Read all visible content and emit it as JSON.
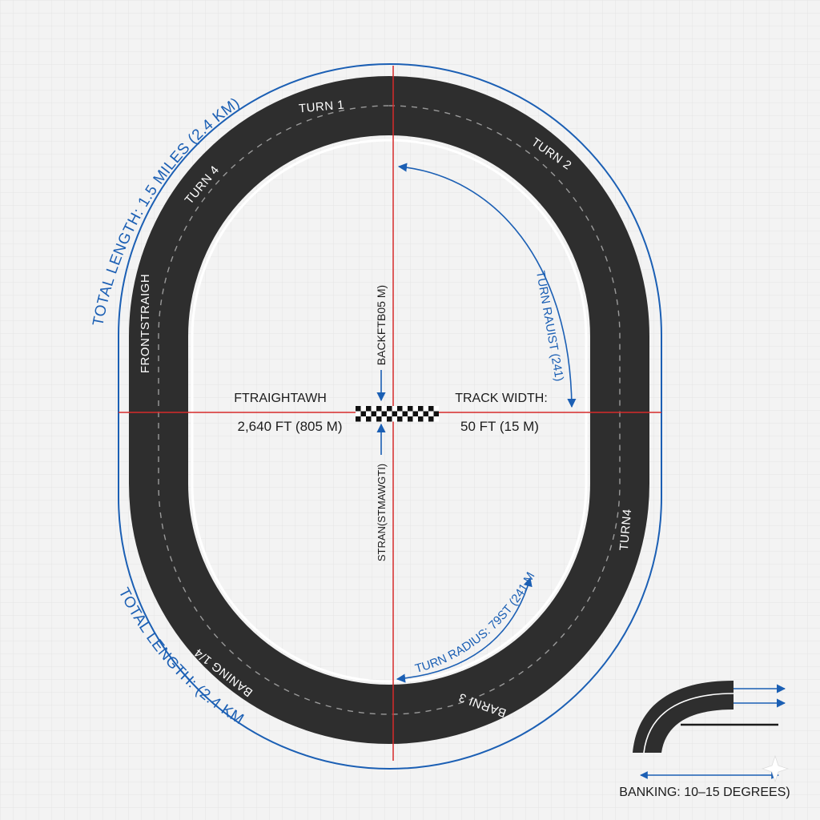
{
  "turns": {
    "turn1": "TURN 1",
    "turn2": "TURN 2",
    "turn4_top": "TURN 4",
    "turn4_right": "TURN4"
  },
  "straights": {
    "front": "FRONTSTRAIGH",
    "back_vertical": "BACKFTB05 M)",
    "start_vertical": "STRAN(STMAWGTI)"
  },
  "banking_labels": {
    "left_bottom": "BANING 1/4",
    "right_bottom": "BARNI 3"
  },
  "dimensions": {
    "total_length_top": "TOTAL LENGTH: 1.5 MILES (2.4 KM)",
    "total_length_bottom": "TOTAL LENGTH: (2.4 KM)",
    "straightaway_label": "FTRAIGHTAWH",
    "straightaway_value": "2,640 FT (805 M)",
    "track_width_label": "TRACK WIDTH:",
    "track_width_value": "50 FT (15 M)",
    "turn_radius_right": "TURN RAUIST (241)",
    "turn_radius_bottom": "TURN RADIUS: 79ST (241 M)"
  },
  "inset": {
    "banking_caption": "BANKING: 10–15 DEGREES)"
  },
  "colors": {
    "background": "#f3f3f3",
    "grid": "#dcdcdc",
    "asphalt": "#2e2e2e",
    "lane_line": "#ffffff",
    "dimension_blue": "#1b5fb4",
    "axis_red": "#d62a2a"
  }
}
